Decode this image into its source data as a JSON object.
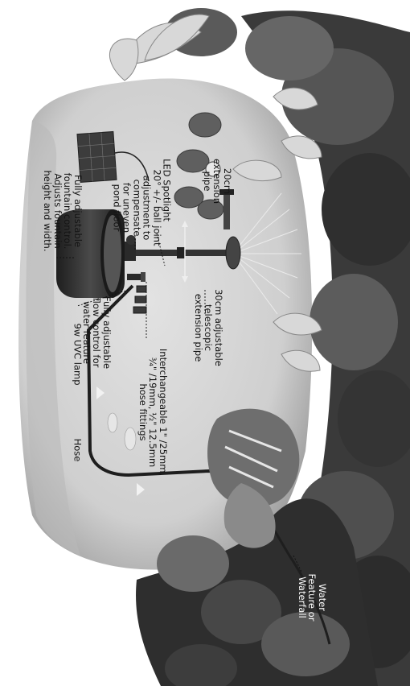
{
  "labels": {
    "extension_pipe": "20cm\nextension\npipe",
    "led_spotlight": "LED Spotlight",
    "ball_joint": "20° +/- ball joint\nadjustment to\ncompensate\nfor uneven\npond floor",
    "fountain_control": "Fully adjustable\nfountain control.\nAdjusts fountain\nheight and width.",
    "telescopic_pipe": "30cm adjustable\ntelescopic\nextension pipe",
    "hose_fittings": "Interchangeable 1\" /25mm,\n¾\" /19mm, ½\" 12.5mm\nhose fittings",
    "uvc_lamp": "9w UVC lamp",
    "flow_control": "Fully adjustable\nflow control for\nwater feature",
    "hose": "Hose",
    "water_feature": "Water\nFeature or\nWaterfall"
  },
  "colors": {
    "pond_water": "#d3d3d3",
    "foliage_dark": "#3a3a3a",
    "foliage_mid": "#6a6a6a",
    "leaf_light": "#d8d8d8",
    "pump_body": "#2b2b2b",
    "label_text": "#141414"
  }
}
